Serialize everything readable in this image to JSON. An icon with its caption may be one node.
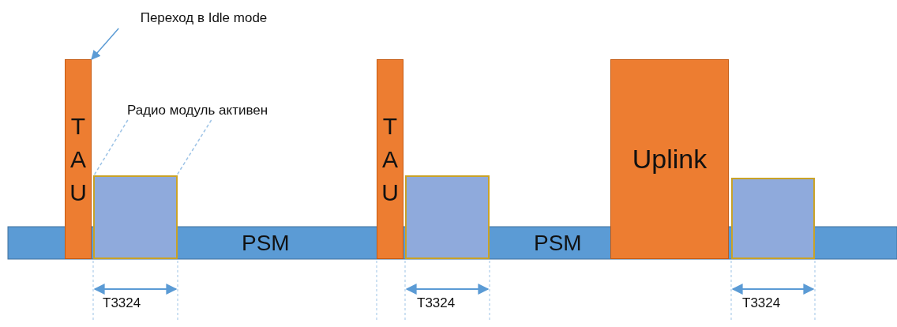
{
  "diagram": {
    "nodes": [
      {
        "text": [
          "Переход в Idle mode"
        ]
      },
      {
        "text": [
          "TAU"
        ]
      },
      {
        "text": [
          "Радио модуль активен"
        ]
      },
      {
        "text": [],
        "shape": "box"
      },
      {
        "text": [
          "TAU"
        ]
      },
      {
        "text": [],
        "shape": "box"
      },
      {
        "text": [
          "Uplink"
        ]
      },
      {
        "text": [],
        "shape": "box"
      }
    ],
    "edges": [
      {
        "from": 0,
        "to": 1,
        "arrow": "to"
      },
      {
        "from": 2,
        "to": 3,
        "arrow": "none",
        "style": "dashed"
      },
      {
        "from": 2,
        "to": 3,
        "arrow": "none",
        "style": "dashed"
      }
    ],
    "labels": [
      "PSM",
      "PSM",
      "T3324",
      "T3324",
      "T3324"
    ]
  }
}
